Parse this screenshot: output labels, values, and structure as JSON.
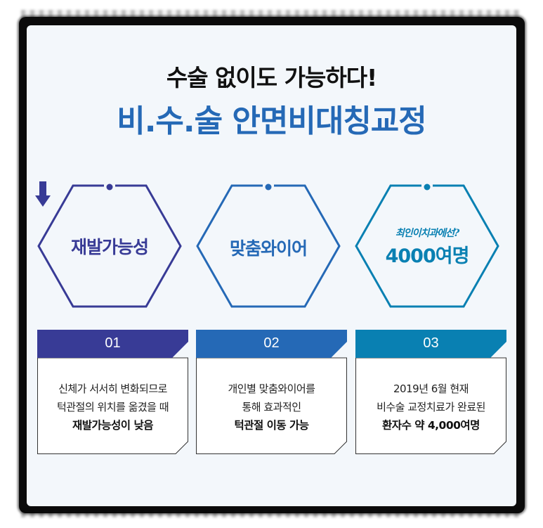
{
  "colors": {
    "navy": "#383b96",
    "blue": "#2569b6",
    "teal": "#0980b2",
    "panel_bg": "#f3f7fb",
    "frame": "#0b0b0b"
  },
  "header": {
    "subtitle": "수술 없이도 가능하다!",
    "title": "비.수.술 안면비대칭교정"
  },
  "hexagons": [
    {
      "label": "재발가능성",
      "icon": "arrow-down-icon"
    },
    {
      "label": "맞춤와이어"
    },
    {
      "sub_label": "최인이치과에선?",
      "label": "4000여명"
    }
  ],
  "cards": [
    {
      "number": "01",
      "lines": [
        "신체가 서서히 변화되므로",
        "턱관절의 위치를 옮겼을 때"
      ],
      "emphasis": "재발가능성이 낮음"
    },
    {
      "number": "02",
      "lines": [
        "개인별 맞춤와이어를",
        "통해 효과적인"
      ],
      "emphasis": "턱관절 이동 가능"
    },
    {
      "number": "03",
      "lines": [
        "2019년 6월 현재",
        "비수술 교정치료가 완료된"
      ],
      "emphasis": "환자수 약 4,000여명"
    }
  ]
}
